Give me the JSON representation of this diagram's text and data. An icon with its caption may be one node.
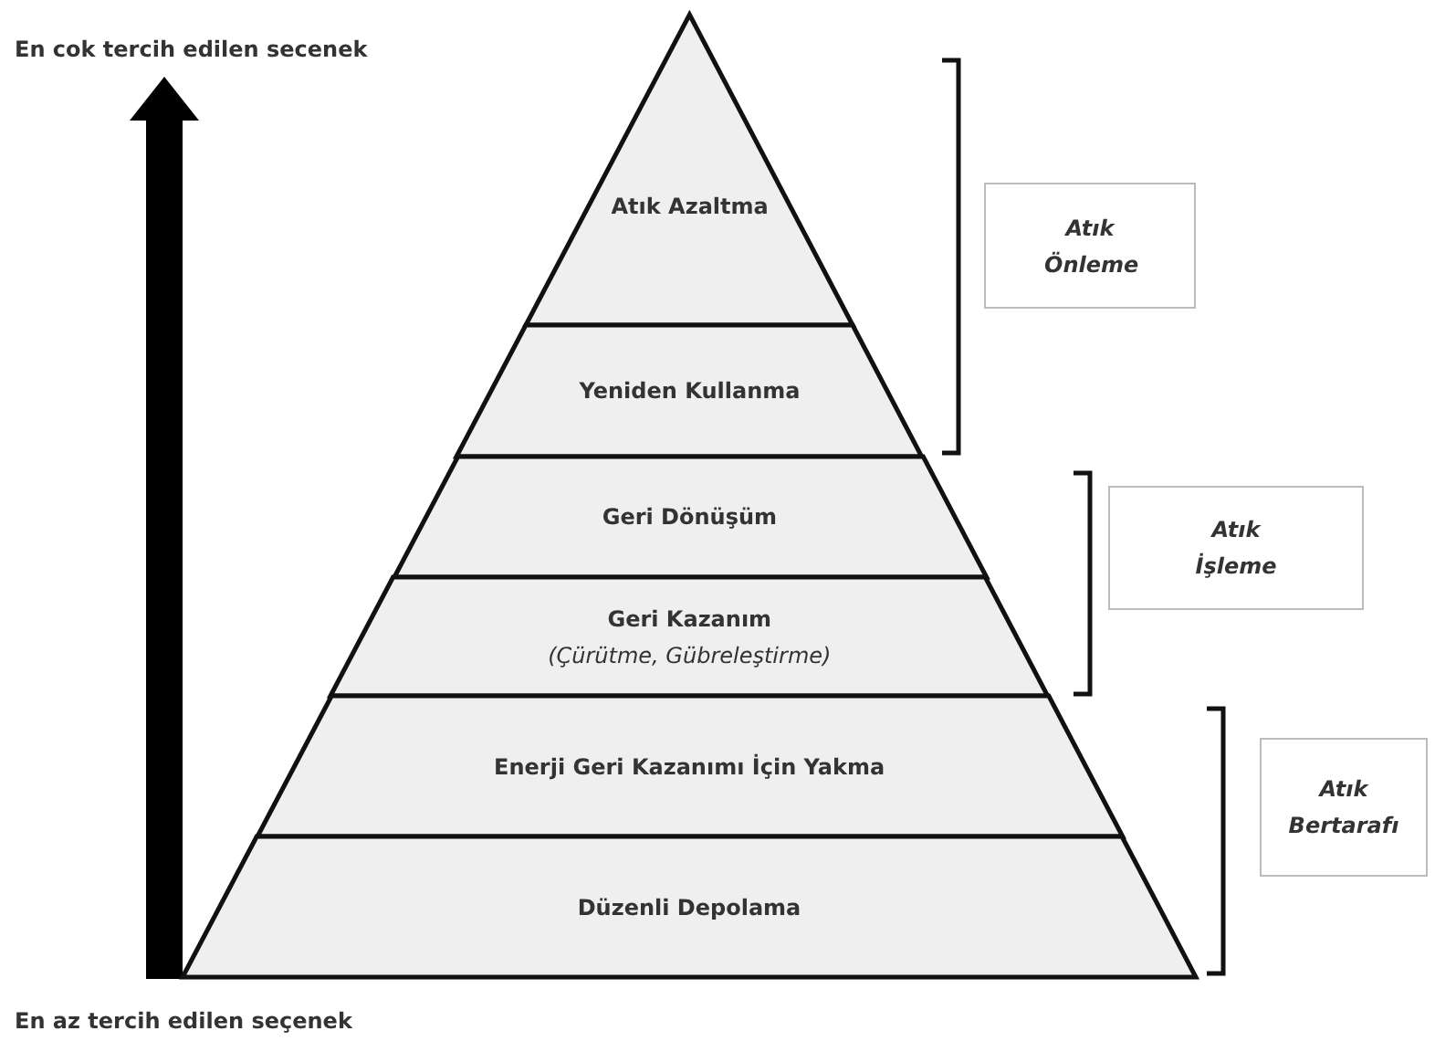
{
  "diagram": {
    "nodes": [
      {
        "text": [
          "Atık Azaltma"
        ]
      },
      {
        "text": [
          "Yeniden Kullanma"
        ]
      },
      {
        "text": [
          "Geri Dönüşüm"
        ]
      },
      {
        "text": [
          "Geri Kazanım",
          "(Çürütme, Gübreleştirme)"
        ]
      },
      {
        "text": [
          "Enerji Geri Kazanımı İçin Yakma"
        ]
      },
      {
        "text": [
          "Düzenli Depolama"
        ]
      },
      {
        "text": [
          "Atık Önleme"
        ]
      },
      {
        "text": [
          "Atık İşleme"
        ]
      },
      {
        "text": [
          "Atık Bertarafı"
        ]
      }
    ],
    "labels": [
      "En cok tercih edilen secenek",
      "En az tercih edilen seçenek"
    ]
  }
}
